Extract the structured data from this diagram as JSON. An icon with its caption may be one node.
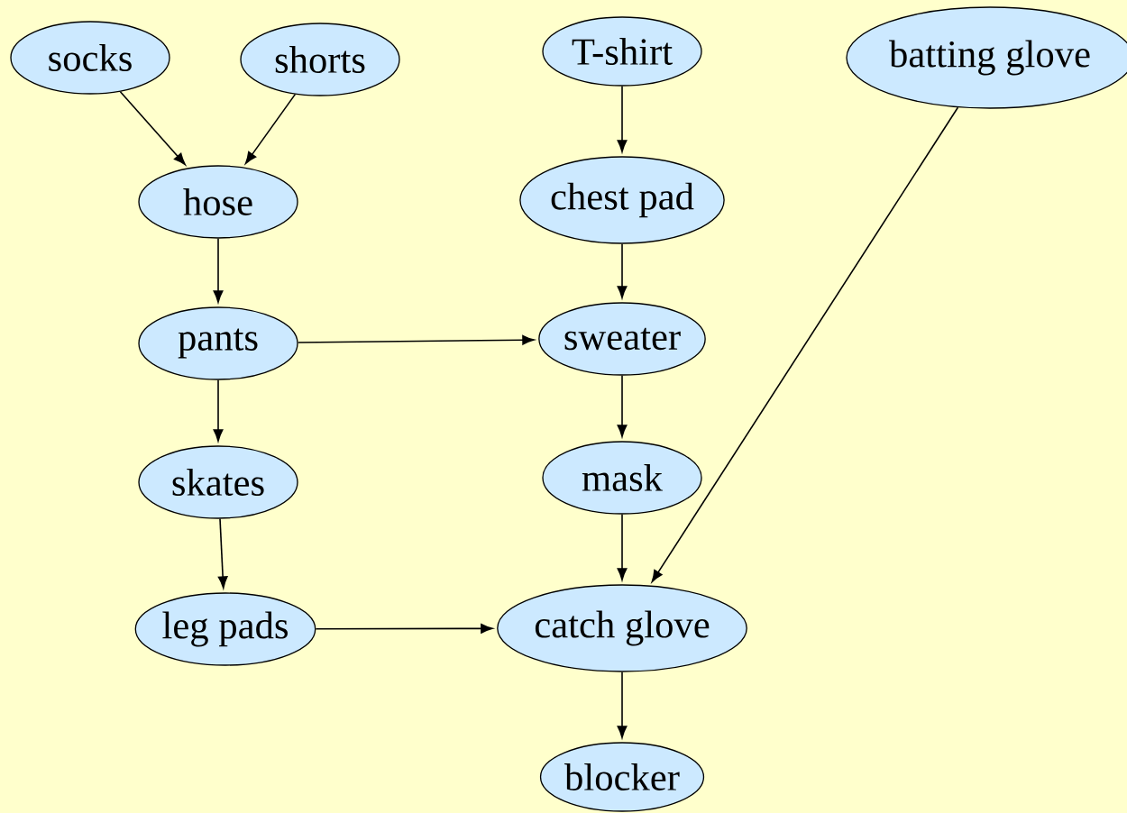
{
  "diagram": {
    "nodes": [
      {
        "text": [
          "socks"
        ]
      },
      {
        "text": [
          "shorts"
        ]
      },
      {
        "text": [
          "T-shirt"
        ]
      },
      {
        "text": [
          "batting glove"
        ]
      },
      {
        "text": [
          "hose"
        ]
      },
      {
        "text": [
          "chest pad"
        ]
      },
      {
        "text": [
          "pants"
        ]
      },
      {
        "text": [
          "sweater"
        ]
      },
      {
        "text": [
          "skates"
        ]
      },
      {
        "text": [
          "mask"
        ]
      },
      {
        "text": [
          "leg pads"
        ]
      },
      {
        "text": [
          "catch glove"
        ]
      },
      {
        "text": [
          "blocker"
        ]
      }
    ],
    "edges": [
      {
        "from": 0,
        "to": 4,
        "arrow": "to"
      },
      {
        "from": 1,
        "to": 4,
        "arrow": "to"
      },
      {
        "from": 2,
        "to": 5,
        "arrow": "to"
      },
      {
        "from": 4,
        "to": 6,
        "arrow": "to"
      },
      {
        "from": 5,
        "to": 7,
        "arrow": "to"
      },
      {
        "from": 6,
        "to": 7,
        "arrow": "to"
      },
      {
        "from": 7,
        "to": 9,
        "arrow": "to"
      },
      {
        "from": 6,
        "to": 8,
        "arrow": "to"
      },
      {
        "from": 8,
        "to": 10,
        "arrow": "to"
      },
      {
        "from": 9,
        "to": 11,
        "arrow": "to"
      },
      {
        "from": 3,
        "to": 11,
        "arrow": "to"
      },
      {
        "from": 10,
        "to": 11,
        "arrow": "to"
      },
      {
        "from": 11,
        "to": 12,
        "arrow": "to"
      }
    ]
  }
}
